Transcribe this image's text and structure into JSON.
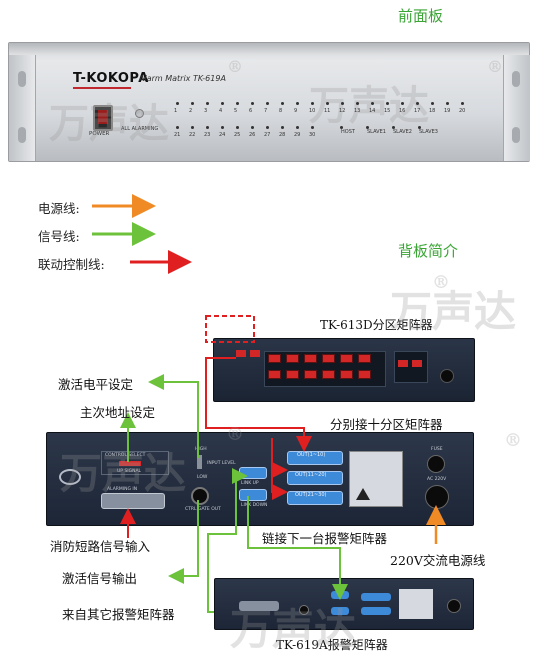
{
  "titles": {
    "front_panel": "前面板",
    "back_panel": "背板简介"
  },
  "legend": [
    {
      "label": "电源线:",
      "color": "#f08a24"
    },
    {
      "label": "信号线:",
      "color": "#6cc23a"
    },
    {
      "label": "联动控制线:",
      "color": "#e02020"
    }
  ],
  "front_device": {
    "brand": "T-KOKOPA",
    "model": "Alarm Matrix TK-619A",
    "power_label": "POWER",
    "all_alarming_label": "ALL ALARMING",
    "row1_numbers": [
      "1",
      "2",
      "3",
      "4",
      "5",
      "6",
      "7",
      "8",
      "9",
      "10",
      "11",
      "12",
      "13",
      "14",
      "15",
      "16",
      "17",
      "18",
      "19",
      "20"
    ],
    "row2_numbers": [
      "21",
      "22",
      "23",
      "24",
      "25",
      "26",
      "27",
      "28",
      "29",
      "30"
    ],
    "host_labels": [
      "HOST",
      "SLAVE1",
      "SLAVE2",
      "SLAVE3"
    ]
  },
  "watermark": {
    "text": "万声达",
    "mark": "®"
  },
  "devices": {
    "zone_matrix": "TK-613D分区矩阵器",
    "alarm_matrix": "TK-619A报警矩阵器"
  },
  "callouts": {
    "activate_level": "激活电平设定",
    "master_slave": "主次地址设定",
    "split_zones": "分别接十分区矩阵器",
    "fire_short_input": "消防短路信号输入",
    "next_matrix": "链接下一台报警矩阵器",
    "ac_power": "220V交流电源线",
    "activate_output": "激活信号输出",
    "from_other": "来自其它报警矩阵器"
  },
  "back_labels": {
    "control_select": "CONTROL SELECT",
    "up_signal": "UP SIGNAL",
    "alarming_in": "ALARMING IN",
    "high": "HIGH",
    "low": "LOW",
    "input_level": "INPUT LEVEL",
    "ctrl_gate_out": "CTRL GATE OUT",
    "link_up": "LINK UP",
    "link_down": "LINK DOWN",
    "outputs": [
      "OUT(1~10)",
      "OUT(11~20)",
      "OUT(21~30)"
    ],
    "fuse": "FUSE",
    "ac_input": "AC 220V"
  }
}
